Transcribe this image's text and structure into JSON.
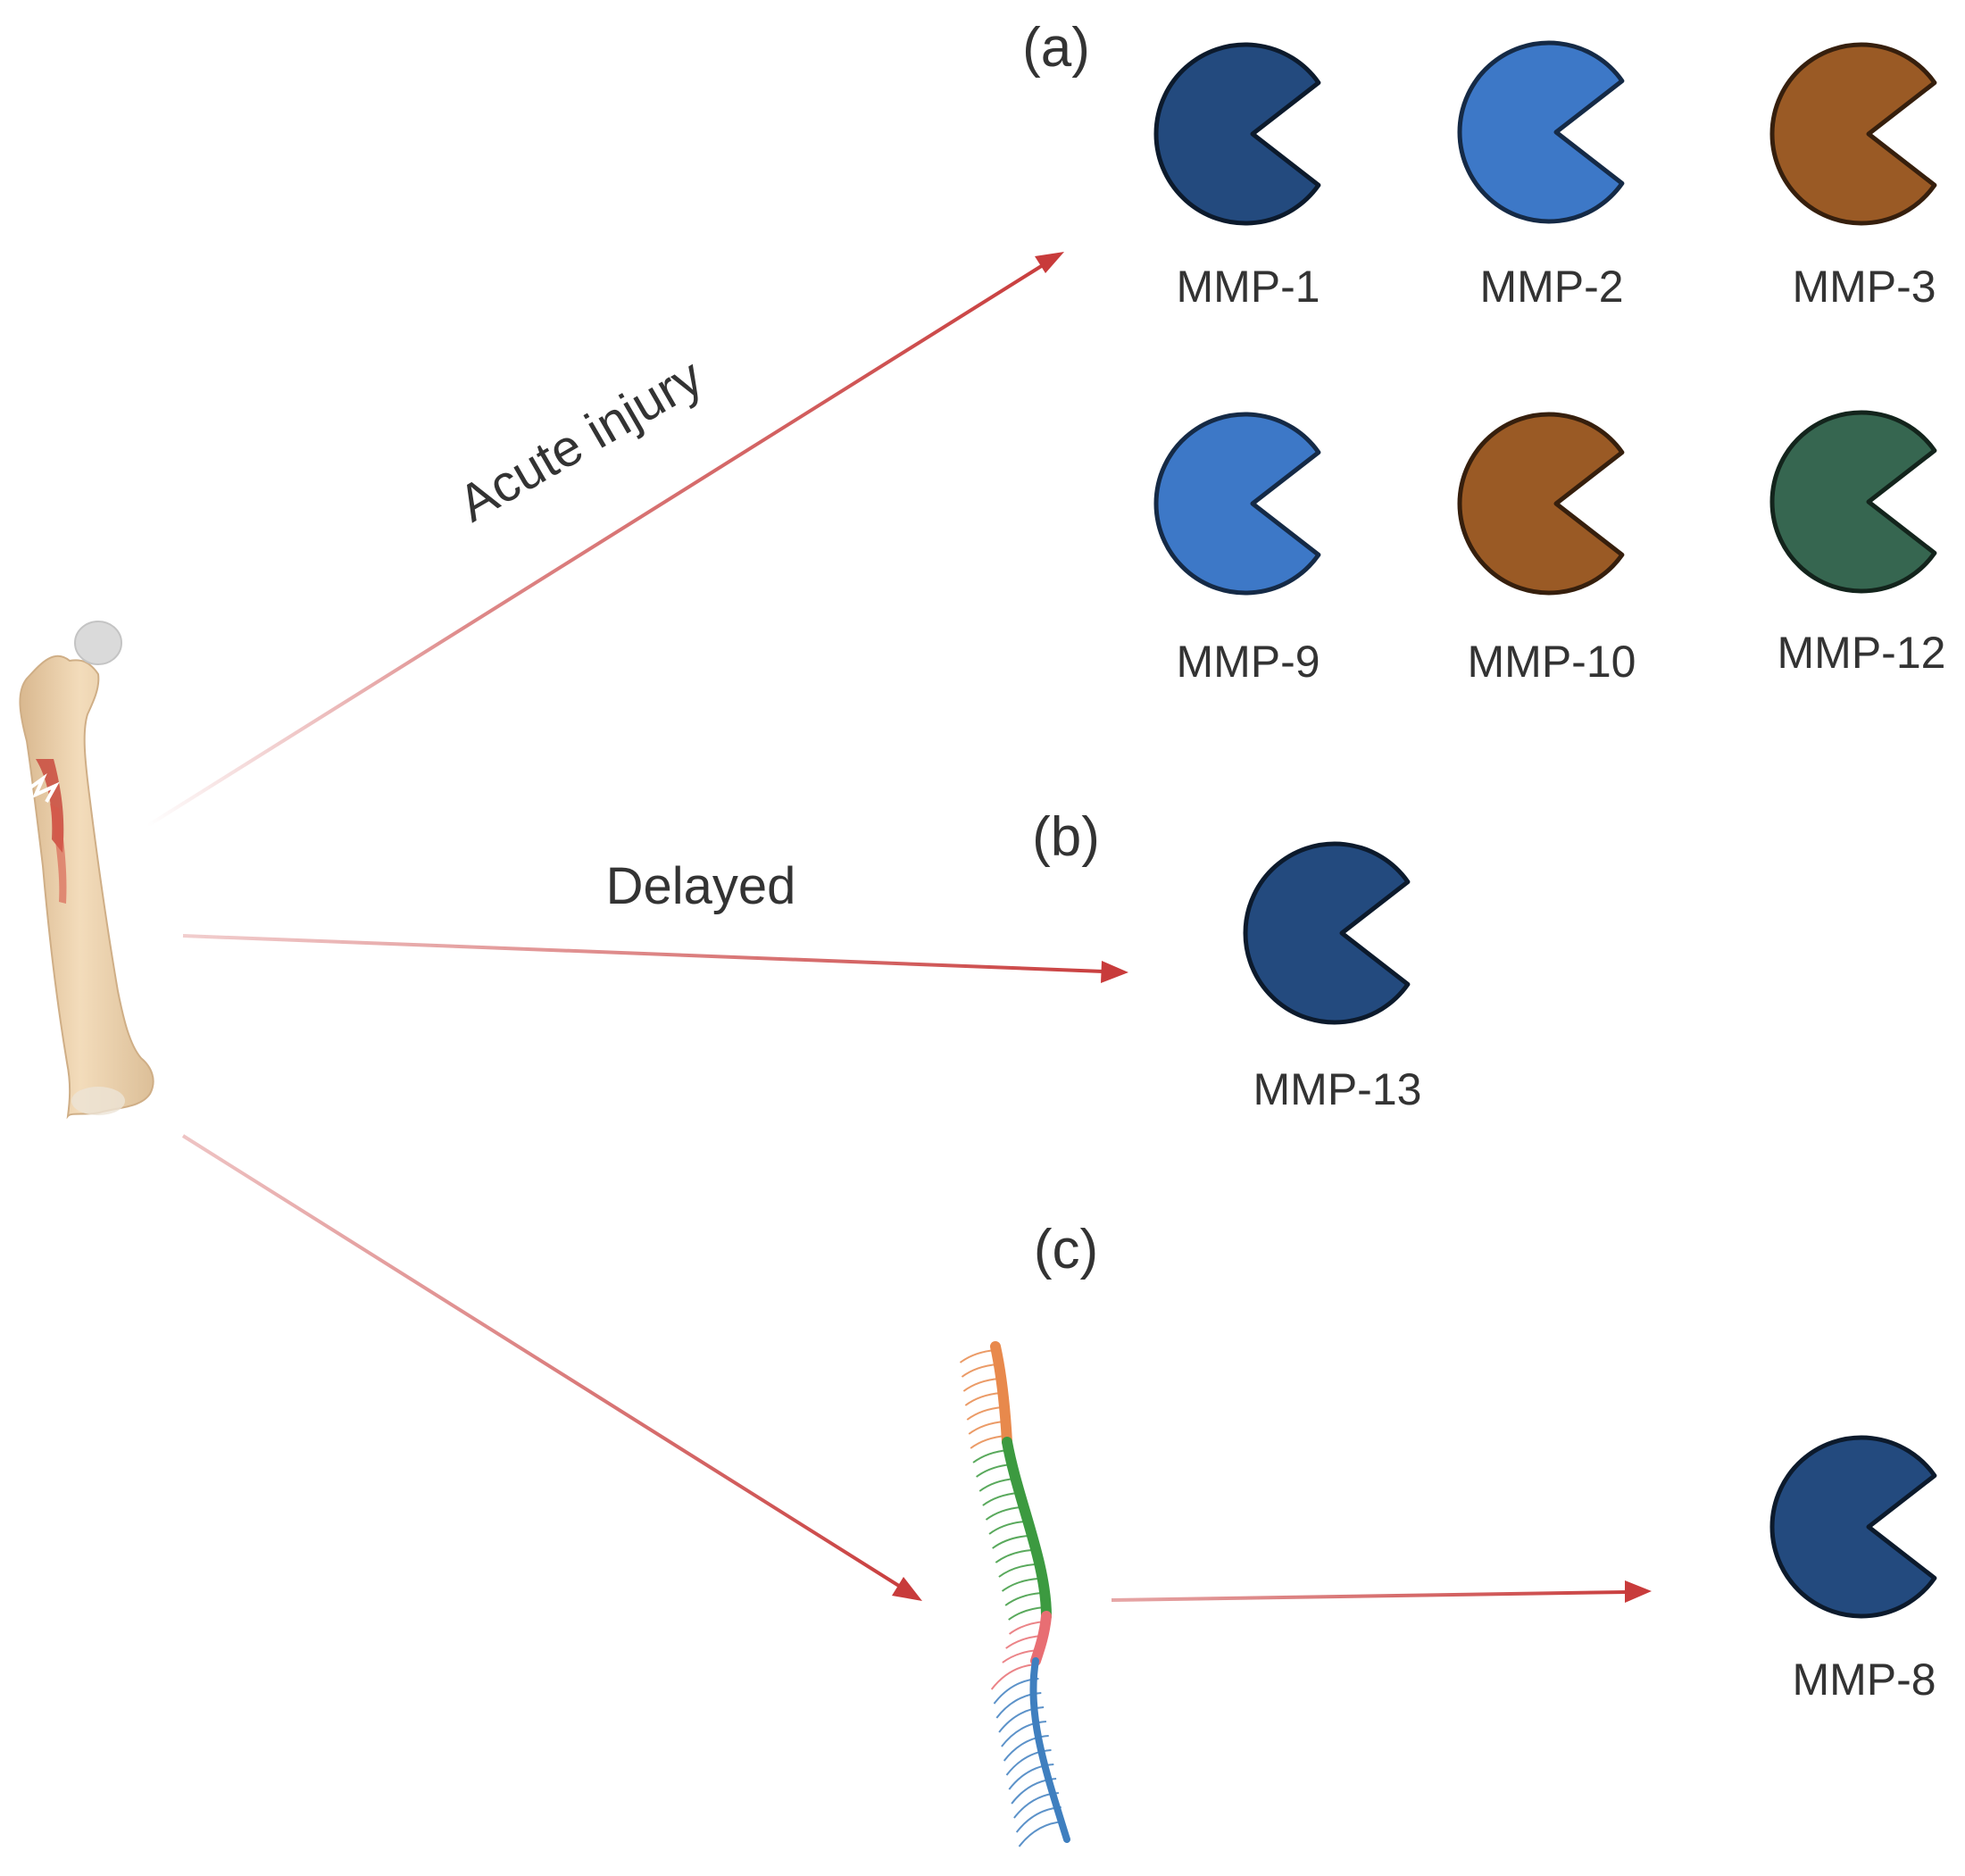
{
  "panels": {
    "a": "(a)",
    "b": "(b)",
    "c": "(c)"
  },
  "pathways": {
    "acute": "Acute injury",
    "delayed": "Delayed"
  },
  "colors": {
    "arrow": "#c83b3b",
    "dark_blue": "#234a7e",
    "light_blue": "#3d78c7",
    "brown": "#9a5a25",
    "green": "#366650"
  },
  "enzymes": {
    "mmp1": {
      "label": "MMP-1",
      "color": "#234a7e"
    },
    "mmp2": {
      "label": "MMP-2",
      "color": "#3d78c7"
    },
    "mmp3": {
      "label": "MMP-3",
      "color": "#9a5a25"
    },
    "mmp9": {
      "label": "MMP-9",
      "color": "#3d78c7"
    },
    "mmp10": {
      "label": "MMP-10",
      "color": "#9a5a25"
    },
    "mmp12": {
      "label": "MMP-12",
      "color": "#366650"
    },
    "mmp13": {
      "label": "MMP-13",
      "color": "#234a7e"
    },
    "mmp8": {
      "label": "MMP-8",
      "color": "#234a7e"
    }
  }
}
